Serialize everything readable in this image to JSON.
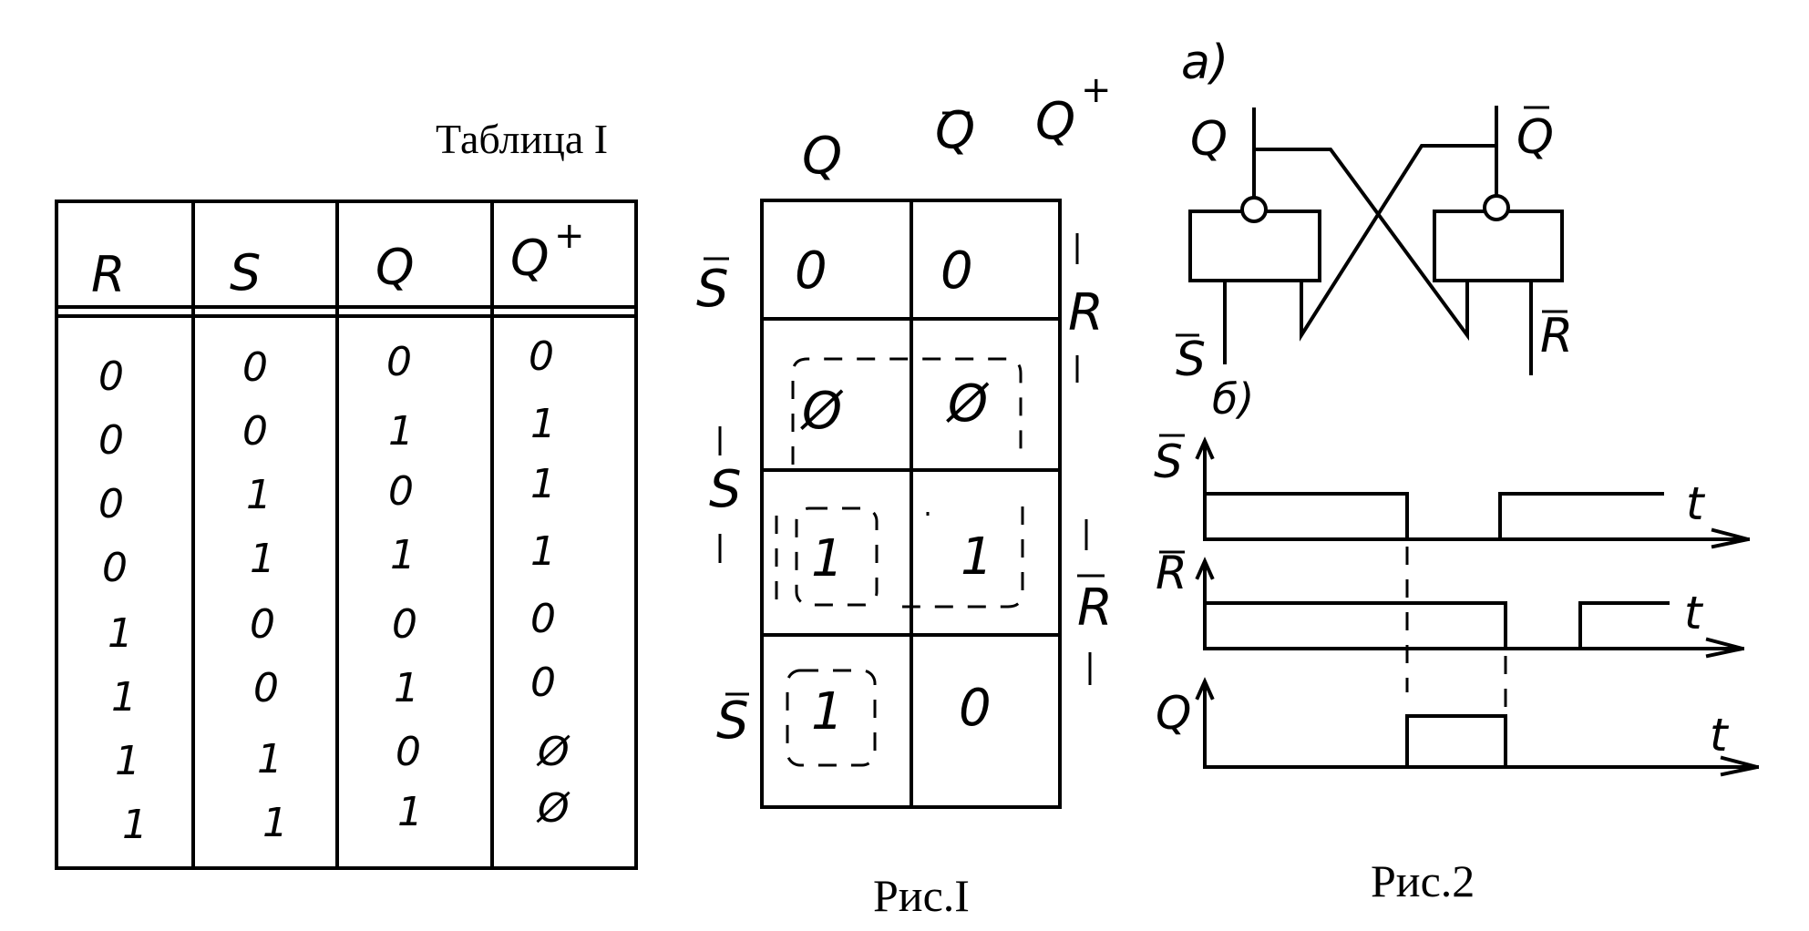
{
  "table1": {
    "title": "Таблица I",
    "headers": [
      "R",
      "S",
      "Q",
      "Q",
      "+"
    ],
    "rows": [
      [
        "0",
        "0",
        "0",
        "0"
      ],
      [
        "0",
        "0",
        "1",
        "1"
      ],
      [
        "0",
        "1",
        "0",
        "1"
      ],
      [
        "0",
        "1",
        "1",
        "1"
      ],
      [
        "1",
        "0",
        "0",
        "0"
      ],
      [
        "1",
        "0",
        "1",
        "0"
      ],
      [
        "1",
        "1",
        "0",
        "Ø"
      ],
      [
        "1",
        "1",
        "1",
        "Ø"
      ]
    ]
  },
  "kmap": {
    "caption": "Рис.I",
    "col_q": "Q",
    "col_qbar": "Q",
    "corner_q": "Q",
    "corner_plus": "+",
    "row_labels": [
      "S",
      "S",
      "S"
    ],
    "right_labels": [
      "R",
      "R"
    ],
    "cells": [
      [
        "0",
        "0"
      ],
      [
        "Ø",
        "Ø"
      ],
      [
        "1",
        "1"
      ],
      [
        "1",
        "0"
      ]
    ]
  },
  "fig2": {
    "caption": "Рис.2",
    "part_a": "а)",
    "part_b": "б)",
    "q": "Q",
    "qbar": "Q",
    "s": "S",
    "r": "R",
    "tim_s": "S",
    "tim_r": "R",
    "tim_q": "Q",
    "t1": "t",
    "t2": "t",
    "t3": "t"
  }
}
